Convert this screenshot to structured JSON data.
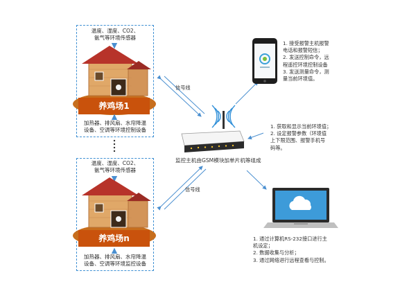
{
  "farms": [
    {
      "sensors_label": "温度、湿度、CO2、\n氨气等环境传感器",
      "sign": "养鸡场1",
      "control_label": "加热器、排风扇、水帘降温\n设备、空调等环境控制设备"
    },
    {
      "sensors_label": "温度、湿度、CO2、\n氨气等环境传感器",
      "sign": "养鸡场n",
      "control_label": "加热器、排风扇、水帘降温\n设备、空调等环境监控设备"
    }
  ],
  "links": {
    "signal_top": "信号线",
    "signal_bottom": "信号线"
  },
  "host_label": "监控主机由GSM模块加单片机等组成",
  "phone_functions": "1. 接受报警主机报警\n电话和报警短信；\n2. 发送控制命令，远\n程遥控环境控制设备\n3. 发送测量命令，测\n量当前环境值。",
  "host_functions": "1. 获取和显示当前环境值；\n2. 设定报警参数（环境值\n上下限范围、报警手机号\n码等。",
  "pc_functions": "1. 通过计算机RS-232接口进行主\n机设定；\n2. 数据收集与分析；\n3. 通过网络进行远程查看与控制。",
  "colors": {
    "dashed_border": "#3d8fd3",
    "sign_bg": "#c9520c",
    "roof": "#b7332a",
    "barn_wood": "#e0a868",
    "ground": "#c76e1d",
    "arrow": "#4a8fd0"
  }
}
